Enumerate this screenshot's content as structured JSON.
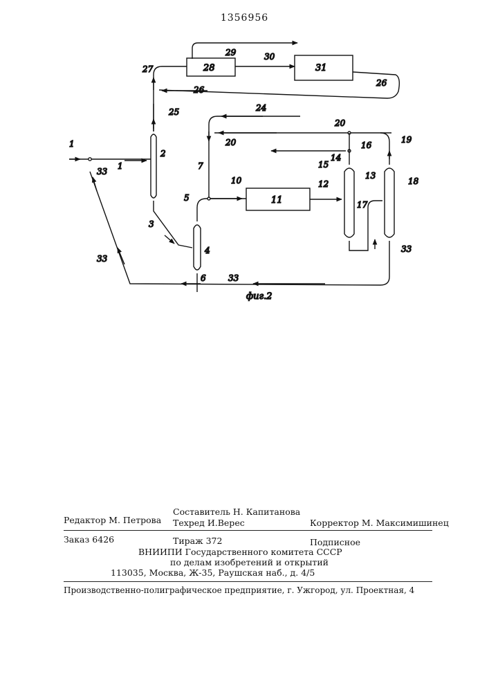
{
  "header": {
    "patent_number": "1356956"
  },
  "figure": {
    "caption": "фиг.2",
    "labels": {
      "l1a": "1",
      "l1b": "1",
      "l2": "2",
      "l3": "3",
      "l4": "4",
      "l5": "5",
      "l6": "6",
      "l7": "7",
      "l10": "10",
      "l11": "11",
      "l12": "12",
      "l13": "13",
      "l14": "14",
      "l15": "15",
      "l16": "16",
      "l17": "17",
      "l18": "18",
      "l19": "19",
      "l20a": "20",
      "l20b": "20",
      "l24": "24",
      "l25": "25",
      "l26a": "26",
      "l26b": "26",
      "l27": "27",
      "l28": "28",
      "l29": "29",
      "l30": "30",
      "l31": "31",
      "l33a": "33",
      "l33b": "33",
      "l33c": "33",
      "l33d": "33"
    }
  },
  "footer": {
    "compiler": "Составитель Н. Капитанова",
    "editor": "Редактор М. Петрова",
    "techred": "Техред И.Верес",
    "corrector": "Корректор М. Максимишинец",
    "order": "Заказ 6426",
    "circulation": "Тираж 372",
    "subscription": "Подписное",
    "org_line1": "ВНИИПИ Государственного комитета СССР",
    "org_line2": "по делам изобретений и открытий",
    "address": "113035, Москва, Ж-35, Раушская наб., д. 4/5",
    "printer": "Производственно-полиграфическое предприятие, г. Ужгород, ул. Проектная, 4"
  }
}
